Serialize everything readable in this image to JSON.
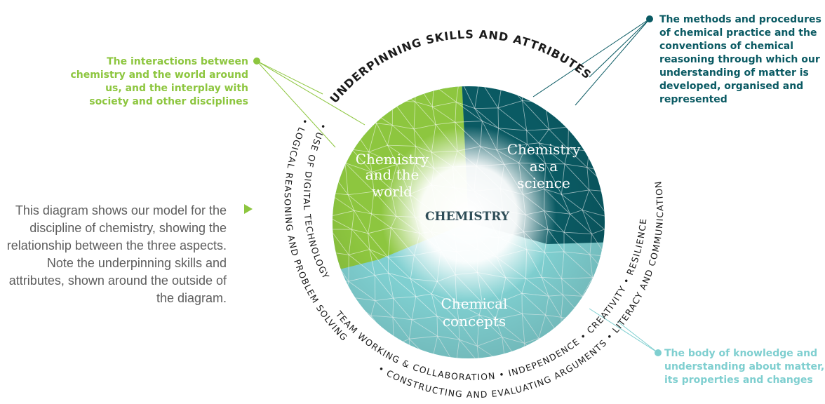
{
  "caption": "This diagram shows our model for the discipline of chemistry, showing the relationship between the three aspects. Note the underpinning skills and attributes, shown around the outside of the diagram.",
  "ring_top": "UNDERPINNING SKILLS AND ATTRIBUTES",
  "ring_left": "• LOGICAL REASONING AND PROBLEM SOLVING",
  "ring_left_inner": "• USE OF DIGITAL TECHNOLOGY",
  "ring_bottom_inner": "TEAM WORKING & COLLABORATION • INDEPENDENCE • CREATIVITY • RESILIENCE",
  "ring_bottom_outer": "• CONSTRUCTING AND EVALUATING ARGUMENTS • LITERACY AND COMMUNICATION",
  "segments": {
    "world": {
      "line1": "Chemistry",
      "line2": "and the",
      "line3": "world"
    },
    "science": {
      "line1": "Chemistry",
      "line2": "as a",
      "line3": "science"
    },
    "concepts": {
      "line1": "Chemical",
      "line2": "concepts"
    }
  },
  "center": "CHEMISTRY",
  "callouts": {
    "world": "The interactions between chemistry and the world around us, and the interplay with society and other disciplines",
    "science": "The methods and procedures of chemical practice and the conventions of chemical reasoning through which our understanding of matter is developed, organised and represented",
    "concepts": "The body of knowledge and understanding about matter, its properties and changes"
  },
  "colors": {
    "world": "#8dc63f",
    "science": "#0a5a63",
    "concepts": "#7fcfd0",
    "caption_arrow": "#8dc63f"
  }
}
